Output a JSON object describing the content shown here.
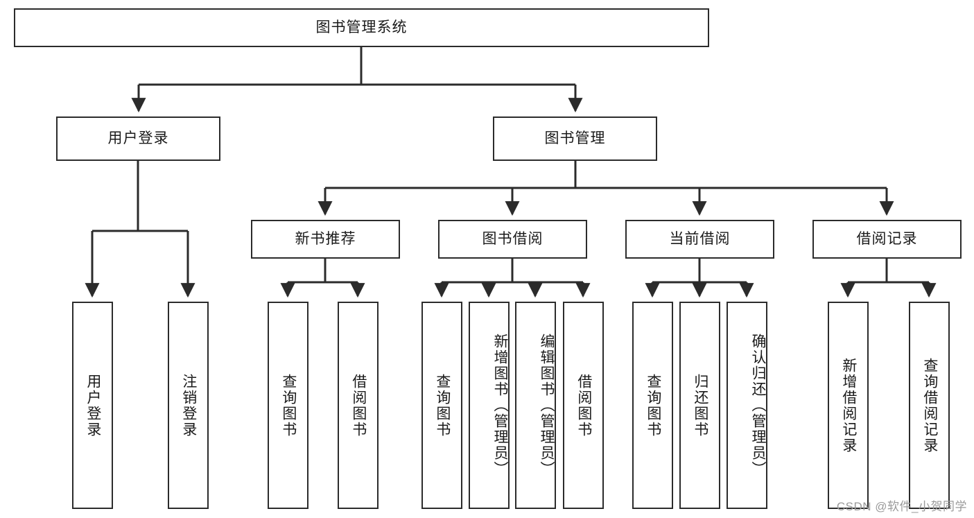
{
  "diagram": {
    "type": "tree-hierarchy",
    "title": "图书管理系统",
    "background_color": "#ffffff",
    "line_color": "#2b2b2b",
    "text_color": "#1a1a1a",
    "levels": 4,
    "root": {
      "id": "root",
      "label": "图书管理系统"
    },
    "level2": [
      {
        "id": "user-login",
        "label": "用户登录"
      },
      {
        "id": "book-management",
        "label": "图书管理"
      }
    ],
    "level3": [
      {
        "id": "new-book-recommend",
        "label": "新书推荐",
        "parent": "book-management"
      },
      {
        "id": "book-borrow",
        "label": "图书借阅",
        "parent": "book-management"
      },
      {
        "id": "current-borrow",
        "label": "当前借阅",
        "parent": "book-management"
      },
      {
        "id": "borrow-record",
        "label": "借阅记录",
        "parent": "book-management"
      }
    ],
    "leaves": {
      "user-login": [
        {
          "id": "leaf-user-login",
          "label": "用户登录"
        },
        {
          "id": "leaf-user-logout",
          "label": "注销登录"
        }
      ],
      "new-book-recommend": [
        {
          "id": "leaf-query-book-1",
          "label": "查询图书"
        },
        {
          "id": "leaf-borrow-book-1",
          "label": "借阅图书"
        }
      ],
      "book-borrow": [
        {
          "id": "leaf-query-book-2",
          "label": "查询图书"
        },
        {
          "id": "leaf-add-book",
          "label": "新增图书（管理员）"
        },
        {
          "id": "leaf-edit-book",
          "label": "编辑图书（管理员）"
        },
        {
          "id": "leaf-borrow-book-2",
          "label": "借阅图书"
        }
      ],
      "current-borrow": [
        {
          "id": "leaf-query-book-3",
          "label": "查询图书"
        },
        {
          "id": "leaf-return-book",
          "label": "归还图书"
        },
        {
          "id": "leaf-confirm-return",
          "label": "确认归还（管理员）"
        }
      ],
      "borrow-record": [
        {
          "id": "leaf-add-record",
          "label": "新增借阅记录"
        },
        {
          "id": "leaf-query-record",
          "label": "查询借阅记录"
        }
      ]
    }
  },
  "watermark": {
    "text": "CSDN @软件_小贺同学"
  }
}
